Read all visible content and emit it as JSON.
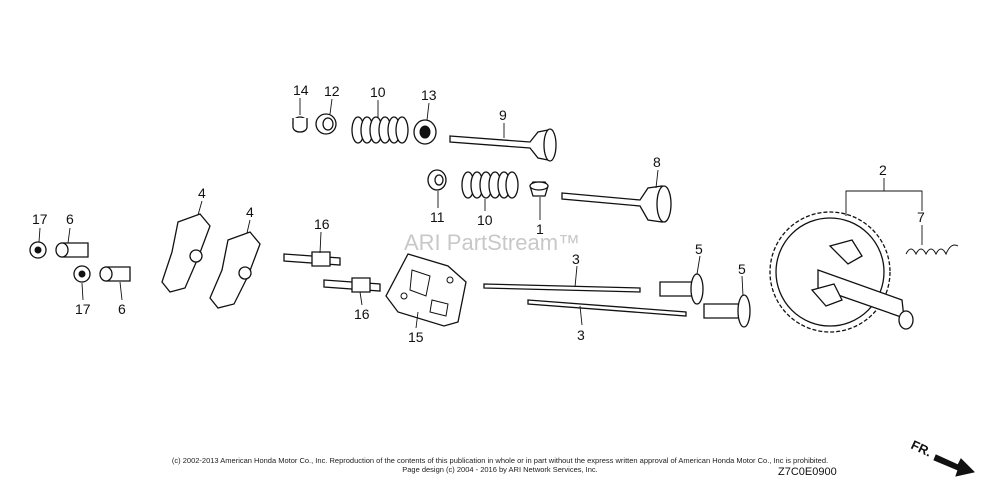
{
  "callouts": {
    "c14": "14",
    "c12": "12",
    "c10a": "10",
    "c13": "13",
    "c9": "9",
    "c8": "8",
    "c11": "11",
    "c10b": "10",
    "c1": "1",
    "c17a": "17",
    "c6a": "6",
    "c4a": "4",
    "c4b": "4",
    "c16a": "16",
    "c17b": "17",
    "c6b": "6",
    "c16b": "16",
    "c15": "15",
    "c3a": "3",
    "c3b": "3",
    "c5a": "5",
    "c5b": "5",
    "c2": "2",
    "c7": "7"
  },
  "watermark": "ARI PartStream™",
  "diagram_code": "Z7C0E0900",
  "direction_label": "FR.",
  "copyright": {
    "line1": "(c) 2002-2013 American Honda Motor Co., Inc. Reproduction of the contents of this publication in whole or in part without the express written approval of American Honda Motor Co., Inc is prohibited.",
    "line2": "Page design (c) 2004 - 2016 by ARI Network Services, Inc."
  },
  "colors": {
    "ink": "#111111",
    "watermark": "#c8c8c8",
    "background": "#ffffff"
  }
}
